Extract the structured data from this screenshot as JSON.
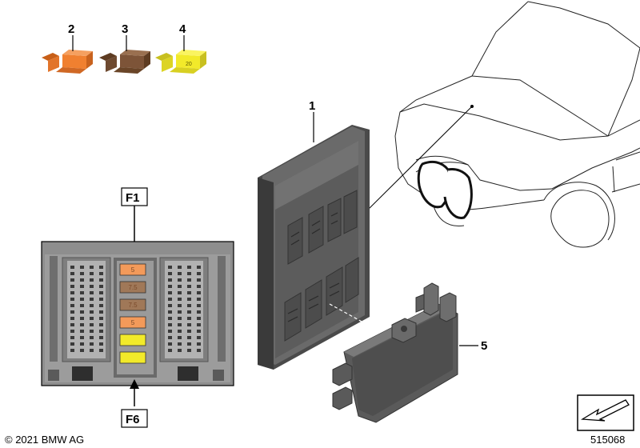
{
  "callouts": {
    "c1": "1",
    "c2": "2",
    "c3": "3",
    "c4": "4",
    "c5": "5"
  },
  "inset": {
    "top_label": "F1",
    "bottom_label": "F6",
    "fuse_labels": [
      "5",
      "7.5",
      "7.5",
      "5",
      "",
      ""
    ]
  },
  "fuse_colors": {
    "orange": "#f08030",
    "brown": "#8b5e3c",
    "yellow": "#f2ea2a",
    "brown_fuse": "#a07858",
    "light_orange": "#f39a5a"
  },
  "copyright": "© 2021 BMW AG",
  "diagram_number": "515068",
  "icons": [
    "mini-fuse-orange-icon",
    "mini-fuse-brown-icon",
    "mini-fuse-yellow-icon",
    "car-silhouette-icon",
    "fuse-box-icon",
    "fuse-box-cover-icon",
    "direction-arrow-icon"
  ]
}
